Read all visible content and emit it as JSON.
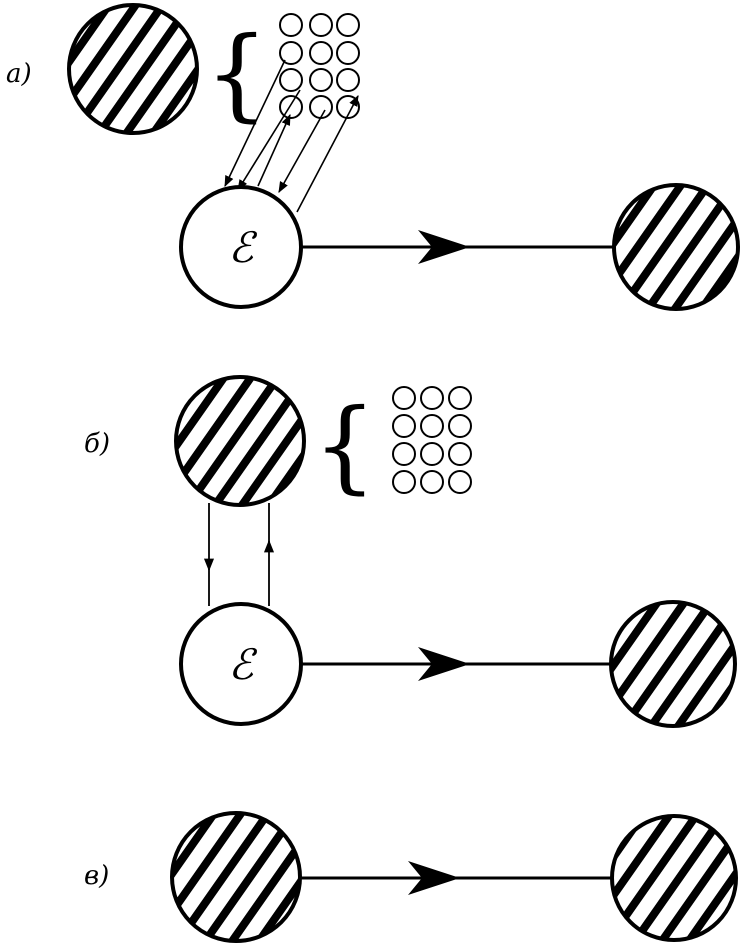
{
  "panels": [
    {
      "id": "a",
      "label": "а)"
    },
    {
      "id": "b",
      "label": "б)"
    },
    {
      "id": "v",
      "label": "в)"
    }
  ],
  "mediator_symbol": "ℰ",
  "brace_symbol": "{"
}
